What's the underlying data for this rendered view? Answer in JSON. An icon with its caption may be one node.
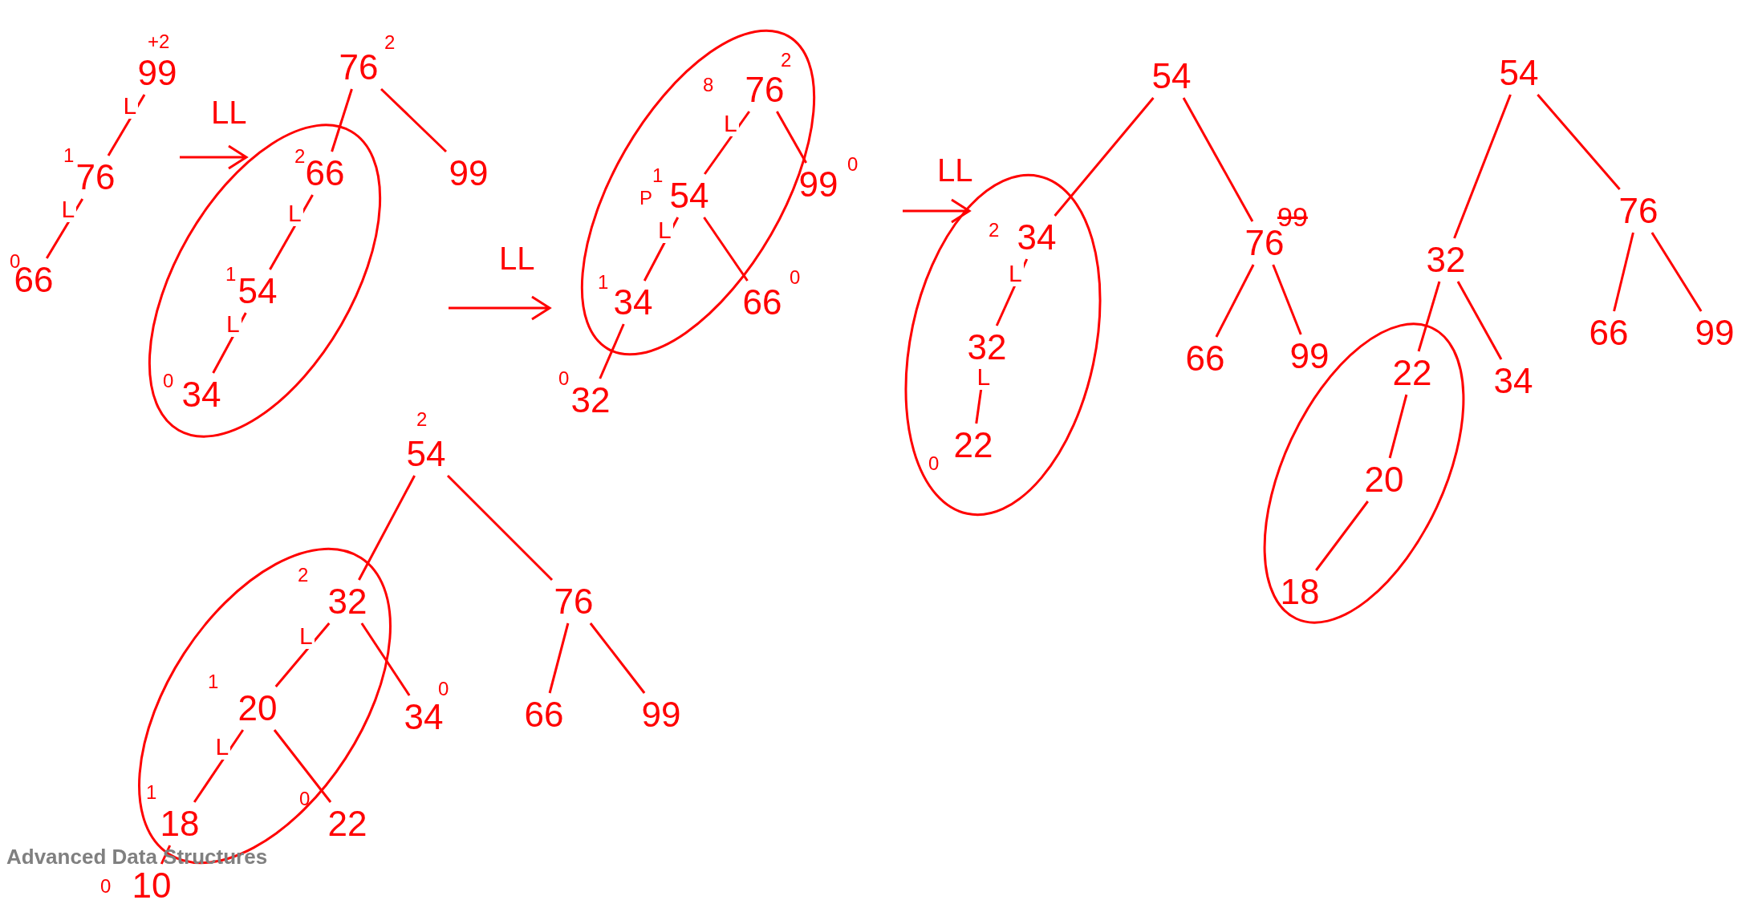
{
  "diagram": {
    "nodes": [
      {
        "text": [
          "99"
        ],
        "beside": [
          "+2"
        ]
      },
      {
        "text": [
          "76"
        ],
        "beside": [
          "1"
        ]
      },
      {
        "text": [
          "66"
        ],
        "beside": [
          "0"
        ]
      },
      {
        "text": [
          "76"
        ],
        "beside": [
          "2"
        ]
      },
      {
        "text": [
          "66"
        ],
        "beside": [
          "2"
        ]
      },
      {
        "text": [
          "99"
        ]
      },
      {
        "text": [
          "54"
        ],
        "beside": [
          "1"
        ]
      },
      {
        "text": [
          "34"
        ],
        "beside": [
          "0"
        ]
      },
      {
        "text": [
          "76"
        ],
        "beside": [
          "2"
        ]
      },
      {
        "text": [
          "54"
        ],
        "beside": [
          "1"
        ]
      },
      {
        "text": [
          "99"
        ],
        "beside": [
          "0"
        ]
      },
      {
        "text": [
          "34"
        ],
        "beside": [
          "1"
        ]
      },
      {
        "text": [
          "66"
        ],
        "beside": [
          "0"
        ]
      },
      {
        "text": [
          "32"
        ],
        "beside": [
          "0"
        ]
      },
      {
        "text": [
          "54"
        ]
      },
      {
        "text": [
          "34"
        ],
        "beside": [
          "2"
        ]
      },
      {
        "text": [
          "76"
        ]
      },
      {
        "text": [
          "32"
        ]
      },
      {
        "text": [
          "22"
        ],
        "beside": [
          "0"
        ]
      },
      {
        "text": [
          "66"
        ]
      },
      {
        "text": [
          "99"
        ]
      },
      {
        "text": [
          "54"
        ]
      },
      {
        "text": [
          "32"
        ]
      },
      {
        "text": [
          "76"
        ]
      },
      {
        "text": [
          "22"
        ]
      },
      {
        "text": [
          "34"
        ]
      },
      {
        "text": [
          "20"
        ]
      },
      {
        "text": [
          "18"
        ]
      },
      {
        "text": [
          "66"
        ]
      },
      {
        "text": [
          "99"
        ]
      },
      {
        "text": [
          "54"
        ],
        "beside": [
          "2"
        ]
      },
      {
        "text": [
          "32"
        ],
        "beside": [
          "2"
        ]
      },
      {
        "text": [
          "76"
        ]
      },
      {
        "text": [
          "20"
        ],
        "beside": [
          "1"
        ]
      },
      {
        "text": [
          "34"
        ],
        "beside": [
          "0"
        ]
      },
      {
        "text": [
          "18"
        ],
        "beside": [
          "1"
        ]
      },
      {
        "text": [
          "22"
        ],
        "beside": [
          "0"
        ]
      },
      {
        "text": [
          "10"
        ],
        "beside": [
          "0"
        ]
      },
      {
        "text": [
          "66"
        ]
      },
      {
        "text": [
          "99"
        ]
      }
    ],
    "edges": [
      {
        "from": 0,
        "to": 1,
        "arrow": "none",
        "label": "L"
      },
      {
        "from": 1,
        "to": 2,
        "arrow": "none",
        "label": "L"
      },
      {
        "from": 3,
        "to": 4,
        "arrow": "none"
      },
      {
        "from": 3,
        "to": 5,
        "arrow": "none"
      },
      {
        "from": 4,
        "to": 6,
        "arrow": "none",
        "label": "L"
      },
      {
        "from": 6,
        "to": 7,
        "arrow": "none",
        "label": "L"
      },
      {
        "from": 8,
        "to": 9,
        "arrow": "none",
        "label": "L"
      },
      {
        "from": 8,
        "to": 10,
        "arrow": "none"
      },
      {
        "from": 9,
        "to": 11,
        "arrow": "none",
        "label": "L"
      },
      {
        "from": 9,
        "to": 12,
        "arrow": "none"
      },
      {
        "from": 11,
        "to": 13,
        "arrow": "none"
      },
      {
        "from": 14,
        "to": 15,
        "arrow": "none"
      },
      {
        "from": 14,
        "to": 16,
        "arrow": "none"
      },
      {
        "from": 15,
        "to": 17,
        "arrow": "none",
        "label": "L"
      },
      {
        "from": 17,
        "to": 18,
        "arrow": "none",
        "label": "L"
      },
      {
        "from": 16,
        "to": 19,
        "arrow": "none"
      },
      {
        "from": 16,
        "to": 20,
        "arrow": "none"
      },
      {
        "from": 21,
        "to": 22,
        "arrow": "none"
      },
      {
        "from": 21,
        "to": 23,
        "arrow": "none"
      },
      {
        "from": 22,
        "to": 24,
        "arrow": "none"
      },
      {
        "from": 22,
        "to": 25,
        "arrow": "none"
      },
      {
        "from": 24,
        "to": 26,
        "arrow": "none"
      },
      {
        "from": 26,
        "to": 27,
        "arrow": "none"
      },
      {
        "from": 23,
        "to": 28,
        "arrow": "none"
      },
      {
        "from": 23,
        "to": 29,
        "arrow": "none"
      },
      {
        "from": 30,
        "to": 31,
        "arrow": "none"
      },
      {
        "from": 30,
        "to": 32,
        "arrow": "none"
      },
      {
        "from": 31,
        "to": 33,
        "arrow": "none",
        "label": "L"
      },
      {
        "from": 31,
        "to": 34,
        "arrow": "none"
      },
      {
        "from": 33,
        "to": 35,
        "arrow": "none",
        "label": "L"
      },
      {
        "from": 33,
        "to": 36,
        "arrow": "none"
      },
      {
        "from": 35,
        "to": 37,
        "arrow": "none"
      },
      {
        "from": 32,
        "to": 38,
        "arrow": "none"
      },
      {
        "from": 32,
        "to": 39,
        "arrow": "none"
      }
    ],
    "labels": [
      "LL",
      "LL",
      "LL",
      "8",
      "P",
      "99",
      "Advanced Data Structures"
    ]
  }
}
